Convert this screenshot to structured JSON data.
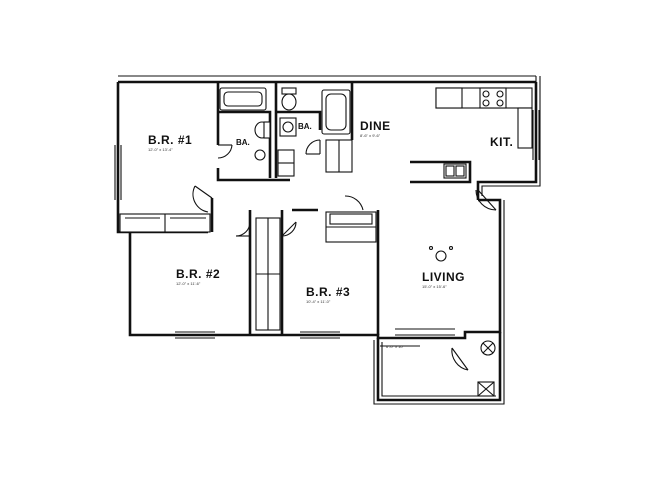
{
  "rooms": {
    "bedroom_1": {
      "label": "B.R. #1",
      "dims": "12'-0\" x 13'-4\""
    },
    "bedroom_2": {
      "label": "B.R. #2",
      "dims": "12'-0\" x 11'-6\""
    },
    "bedroom_3": {
      "label": "B.R. #3",
      "dims": "10'-4\" x 11'-0\""
    },
    "bath_1": {
      "label": "BA."
    },
    "bath_2": {
      "label": "BA."
    },
    "dine": {
      "label": "DINE",
      "dims": "8'-6\" x 9'-6\""
    },
    "kitchen": {
      "label": "KIT."
    },
    "living": {
      "label": "LIVING",
      "dims": "15'-0\" x 15'-6\""
    },
    "patio": {
      "dims": "6'-0\" x 10'"
    }
  }
}
